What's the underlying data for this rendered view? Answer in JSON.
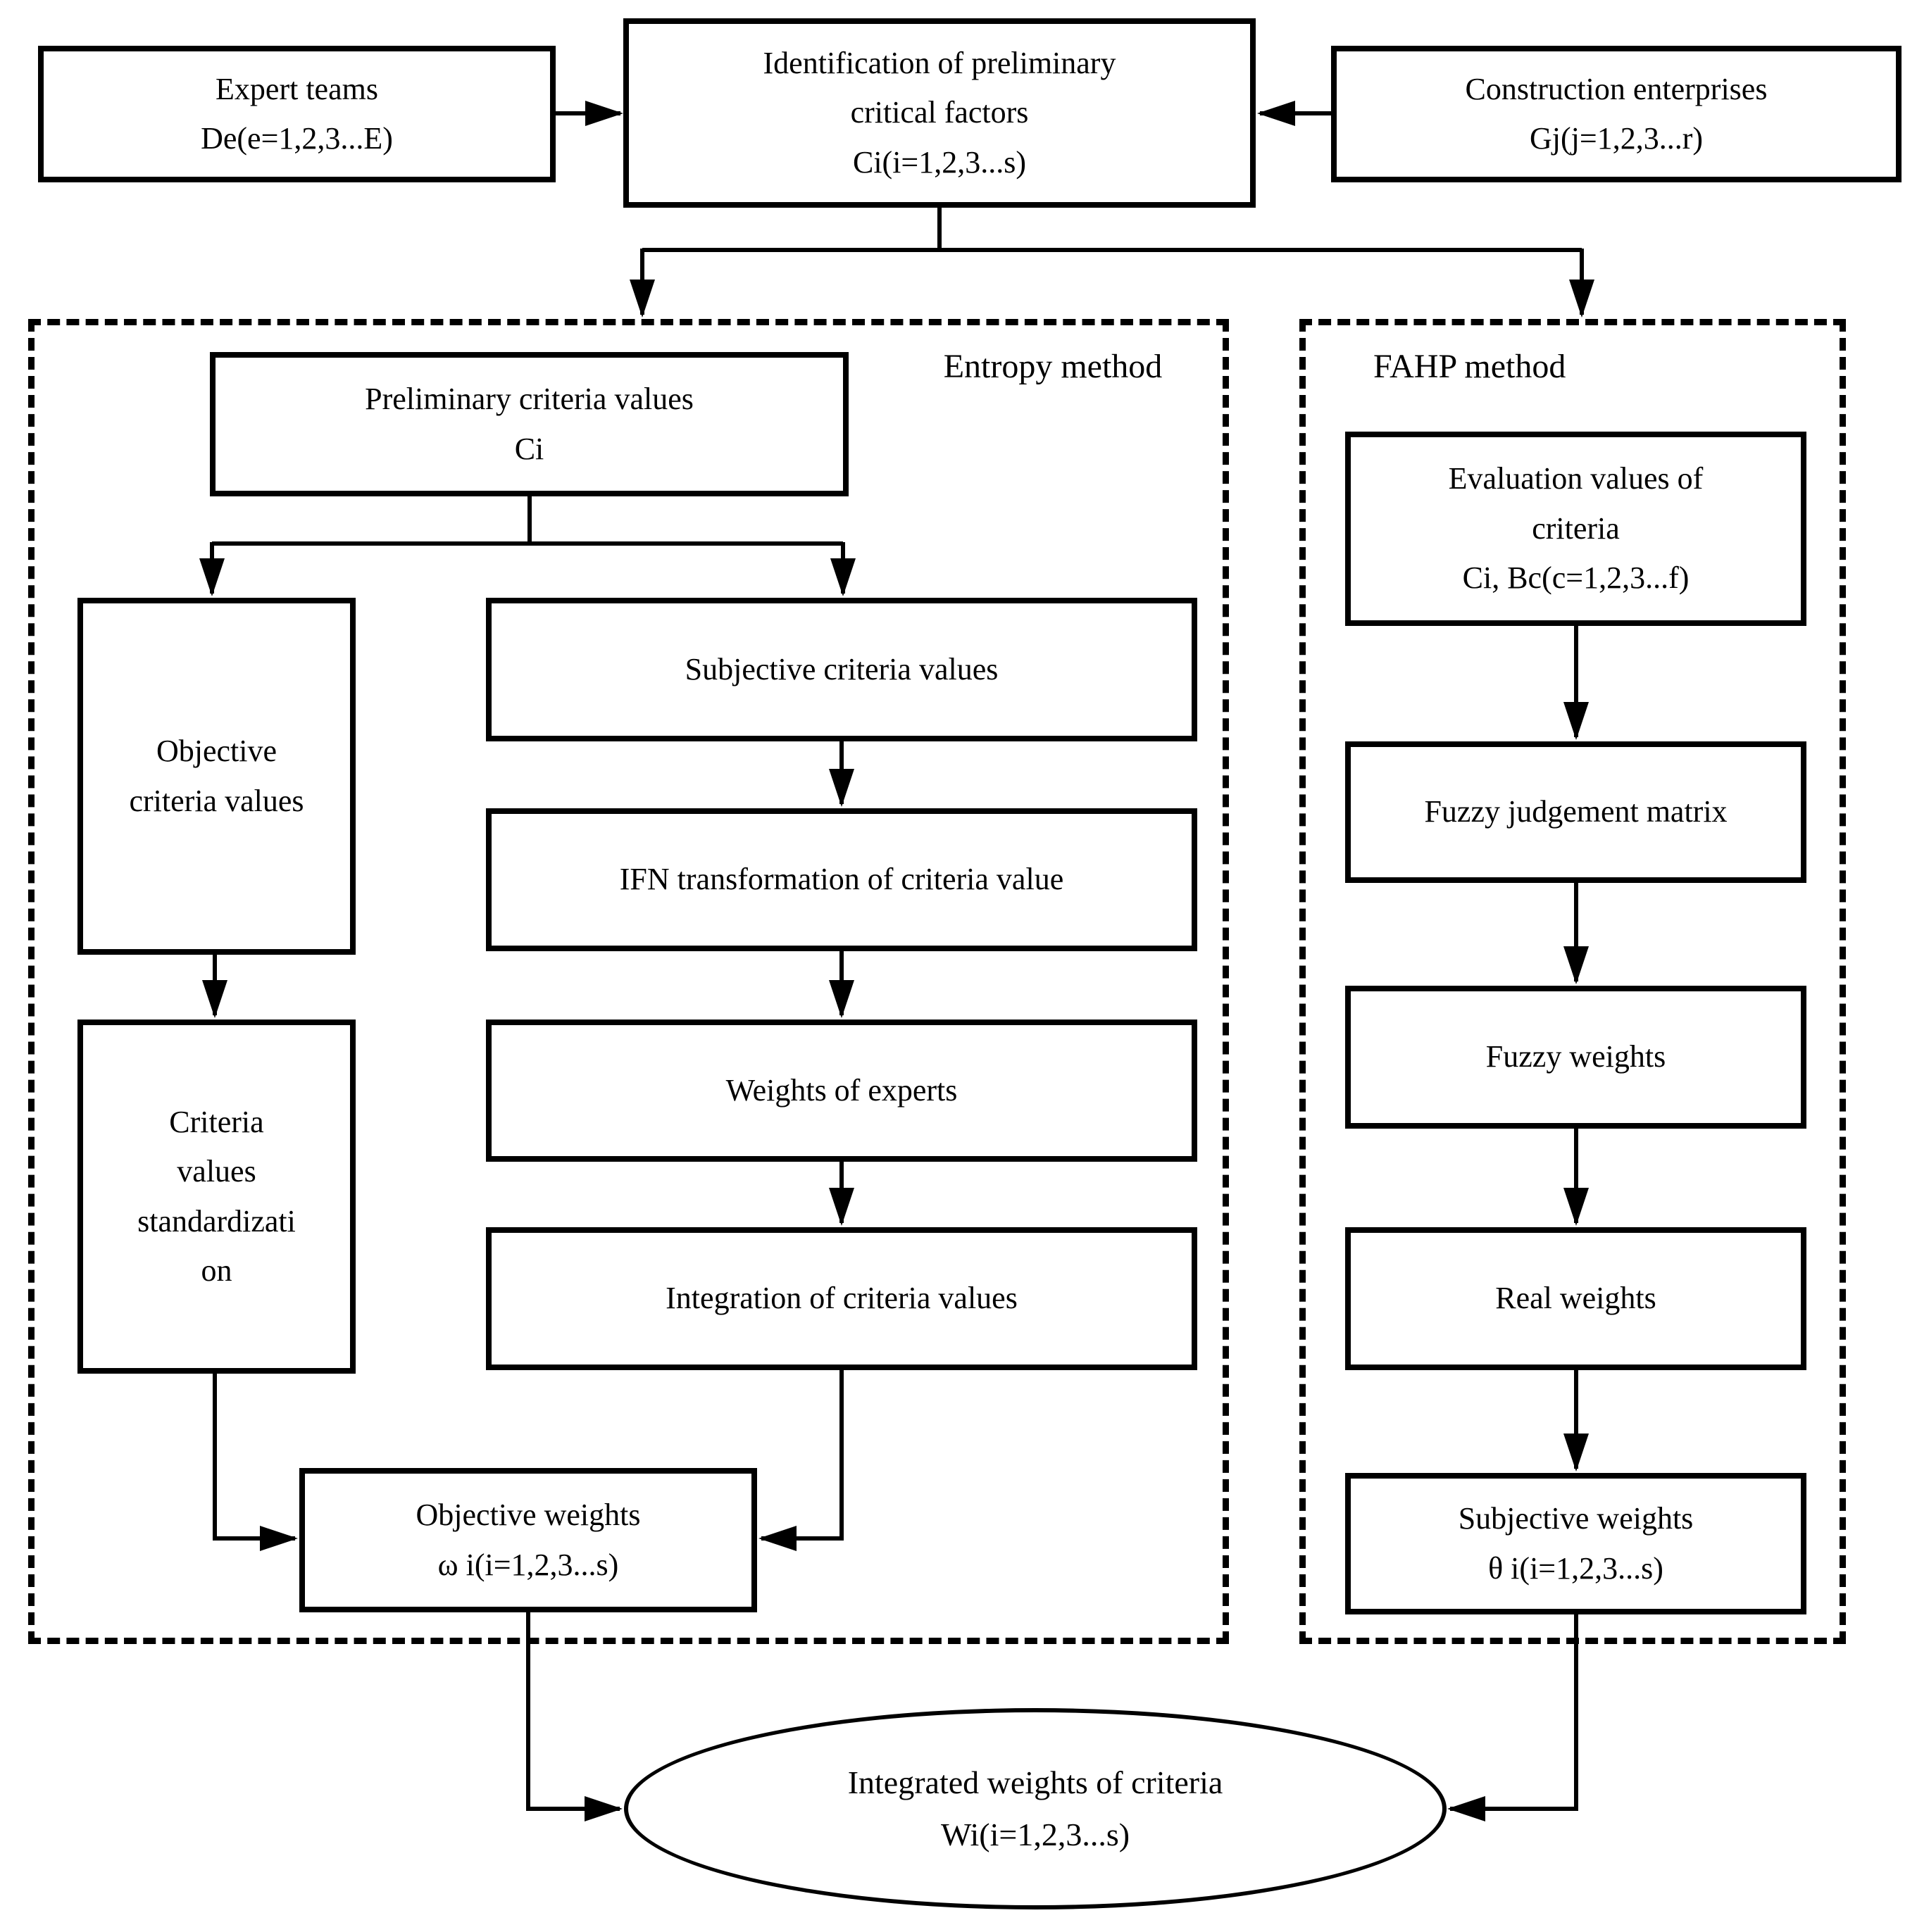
{
  "colors": {
    "line": "#000000",
    "background": "#ffffff"
  },
  "top": {
    "expert_teams": {
      "lines": [
        "Expert teams",
        "De(e=1,2,3...E)"
      ]
    },
    "identification": {
      "lines": [
        "Identification of preliminary",
        "critical factors",
        "Ci(i=1,2,3...s)"
      ]
    },
    "construction": {
      "lines": [
        "Construction enterprises",
        "Gj(j=1,2,3...r)"
      ]
    }
  },
  "entropy": {
    "label": "Entropy method",
    "preliminary": {
      "lines": [
        "Preliminary criteria values",
        "Ci"
      ]
    },
    "objective_cv": {
      "lines": [
        "Objective",
        "criteria values"
      ]
    },
    "subjective_cv": {
      "lines": [
        "Subjective criteria values"
      ]
    },
    "ifn": {
      "lines": [
        "IFN transformation of criteria value"
      ]
    },
    "weights_experts": {
      "lines": [
        "Weights of experts"
      ]
    },
    "integration": {
      "lines": [
        "Integration of criteria values"
      ]
    },
    "criteria_std": {
      "lines": [
        "Criteria",
        "values",
        "standardizati",
        "on"
      ]
    },
    "objective_weights": {
      "lines": [
        "Objective weights",
        "ω i(i=1,2,3...s)"
      ]
    }
  },
  "fahp": {
    "label": "FAHP method",
    "evaluation": {
      "lines": [
        "Evaluation values of",
        "criteria",
        "Ci, Bc(c=1,2,3...f)"
      ]
    },
    "fuzzy_matrix": {
      "lines": [
        "Fuzzy judgement matrix"
      ]
    },
    "fuzzy_weights": {
      "lines": [
        "Fuzzy weights"
      ]
    },
    "real_weights": {
      "lines": [
        "Real weights"
      ]
    },
    "subjective_weights": {
      "lines": [
        "Subjective weights",
        "θ i(i=1,2,3...s)"
      ]
    }
  },
  "output": {
    "integrated_weights": {
      "lines": [
        "Integrated weights of criteria",
        "Wi(i=1,2,3...s)"
      ]
    }
  }
}
